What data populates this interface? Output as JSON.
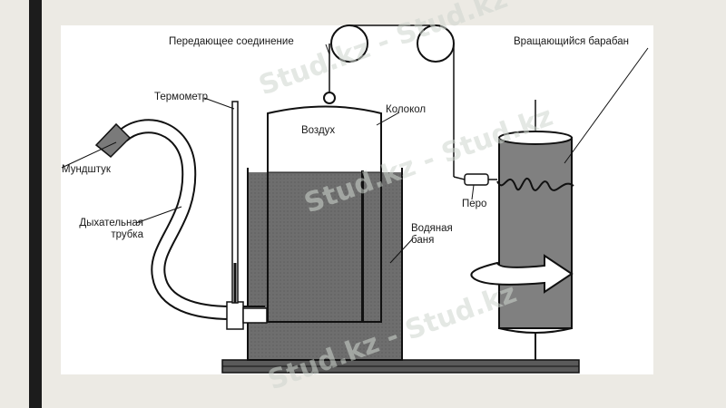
{
  "labels": {
    "transfer_link": "Передающее соединение",
    "rotating_drum": "Вращающийся барабан",
    "thermometer": "Термометр",
    "bell": "Колокол",
    "air": "Воздух",
    "mouthpiece": "Мундштук",
    "pen": "Перо",
    "breathing_tube_line1": "Дыхательная",
    "breathing_tube_line2": "трубка",
    "water_bath_line1": "Водяная",
    "water_bath_line2": "баня"
  },
  "watermark": {
    "text": "Stud.kz - Stud.kz"
  },
  "colors": {
    "background": "#eceae4",
    "panel": "#ffffff",
    "sidebar": "#1c1c1c",
    "water": "#6e6e6e",
    "drum": "#808080",
    "base": "#5a5a5a",
    "line": "#111111",
    "watermark": "#cfd6cf"
  }
}
